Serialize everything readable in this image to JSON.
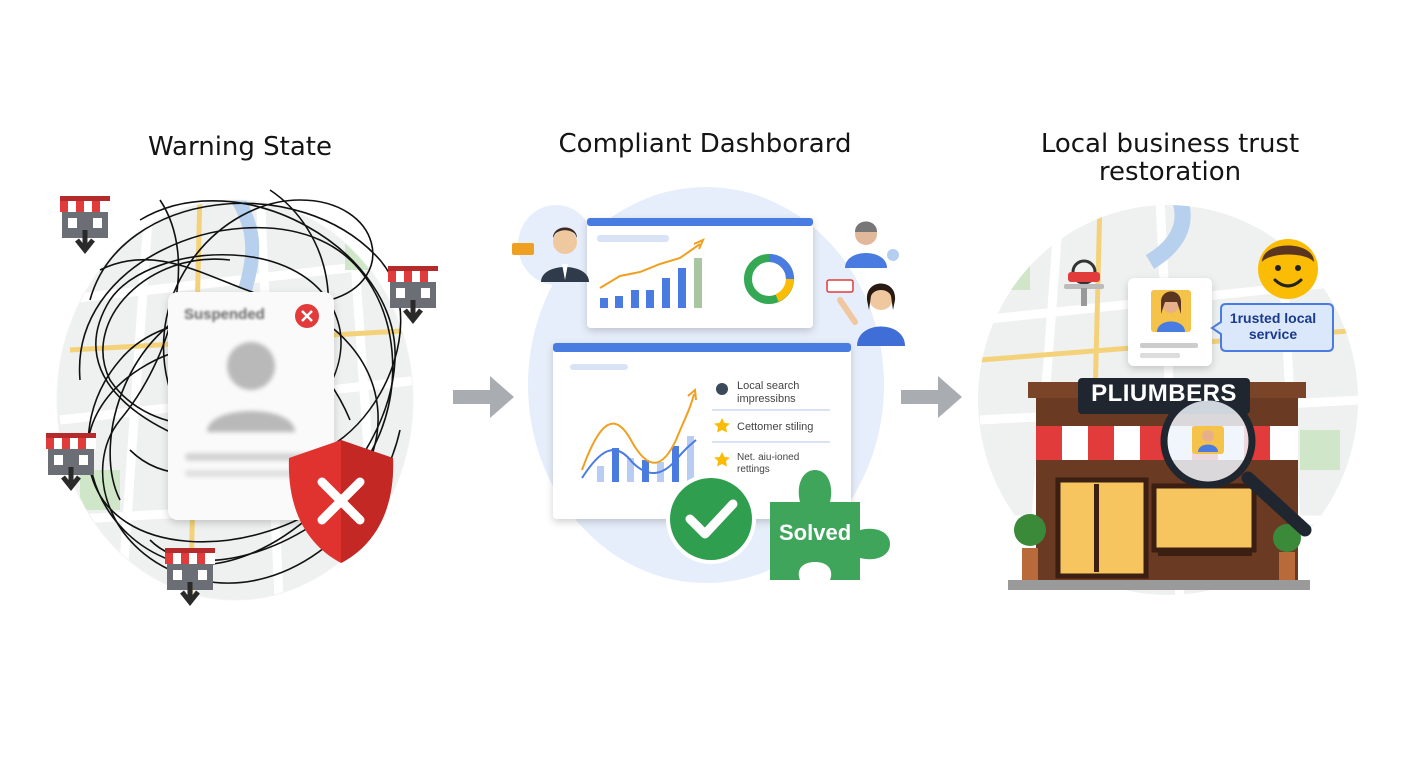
{
  "panels": [
    {
      "title": "Warning State",
      "card_status": "Suspended"
    },
    {
      "title": "Compliant Dashborard",
      "metrics": [
        "Local search impressibns",
        "Cettomer stiling",
        "Net. aiu-ioned rettings"
      ],
      "puzzle_label": "Solved"
    },
    {
      "title": "Local business trust\nrestoration",
      "sign": "PLIUMBERS",
      "bubble": "1rusted local service"
    }
  ],
  "colors": {
    "google_blue": "#4a7be0",
    "google_red": "#e23b3b",
    "google_green": "#34a853",
    "google_yellow": "#fbbc05",
    "arrow_gray": "#a9adb2"
  },
  "icons": [
    "store-icon",
    "close-icon",
    "shield-x-icon",
    "arrow-right-icon",
    "user-avatar-icon",
    "donut-chart-icon",
    "check-icon",
    "puzzle-icon",
    "star-icon",
    "magnifier-icon",
    "smiley-icon"
  ]
}
